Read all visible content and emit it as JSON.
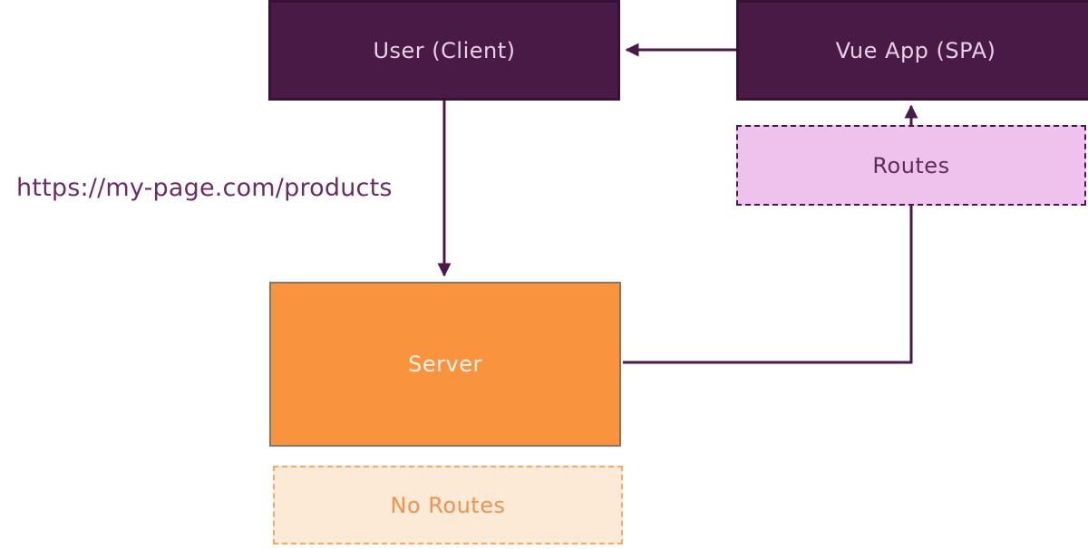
{
  "diagram": {
    "nodes": {
      "user_client": {
        "label": "User (Client)",
        "fill": "#4a1a46",
        "text_color": "#e6d0e6",
        "border_style": "solid"
      },
      "vue_app": {
        "label": "Vue App (SPA)",
        "fill": "#4a1a46",
        "text_color": "#e6d0e6",
        "border_style": "solid"
      },
      "routes": {
        "label": "Routes",
        "fill": "#efc2ed",
        "text_color": "#5e2a5a",
        "border_style": "dashed",
        "border_color": "#4a1a46"
      },
      "server": {
        "label": "Server",
        "fill": "#f9933d",
        "text_color": "#fcf4ea",
        "border_style": "solid",
        "border_color": "#8a7264"
      },
      "no_routes": {
        "label": "No Routes",
        "fill": "#fcead6",
        "text_color": "#ee9350",
        "border_style": "dashed",
        "border_color": "#f4a96b"
      }
    },
    "annotation": {
      "url_text": "https://my-page.com/products",
      "text_color": "#6b2d68"
    },
    "edges": [
      {
        "from": "vue_app",
        "to": "user_client",
        "arrowhead": true,
        "shape": "straight-horizontal"
      },
      {
        "from": "user_client",
        "to": "server",
        "arrowhead": true,
        "shape": "straight-vertical"
      },
      {
        "from": "server",
        "to": "routes",
        "arrowhead": false,
        "shape": "elbow-right-then-up"
      },
      {
        "from": "routes",
        "to": "vue_app",
        "arrowhead": true,
        "shape": "straight-vertical"
      }
    ],
    "colors": {
      "connector": "#4a1a46",
      "background": "#ffffff"
    }
  }
}
